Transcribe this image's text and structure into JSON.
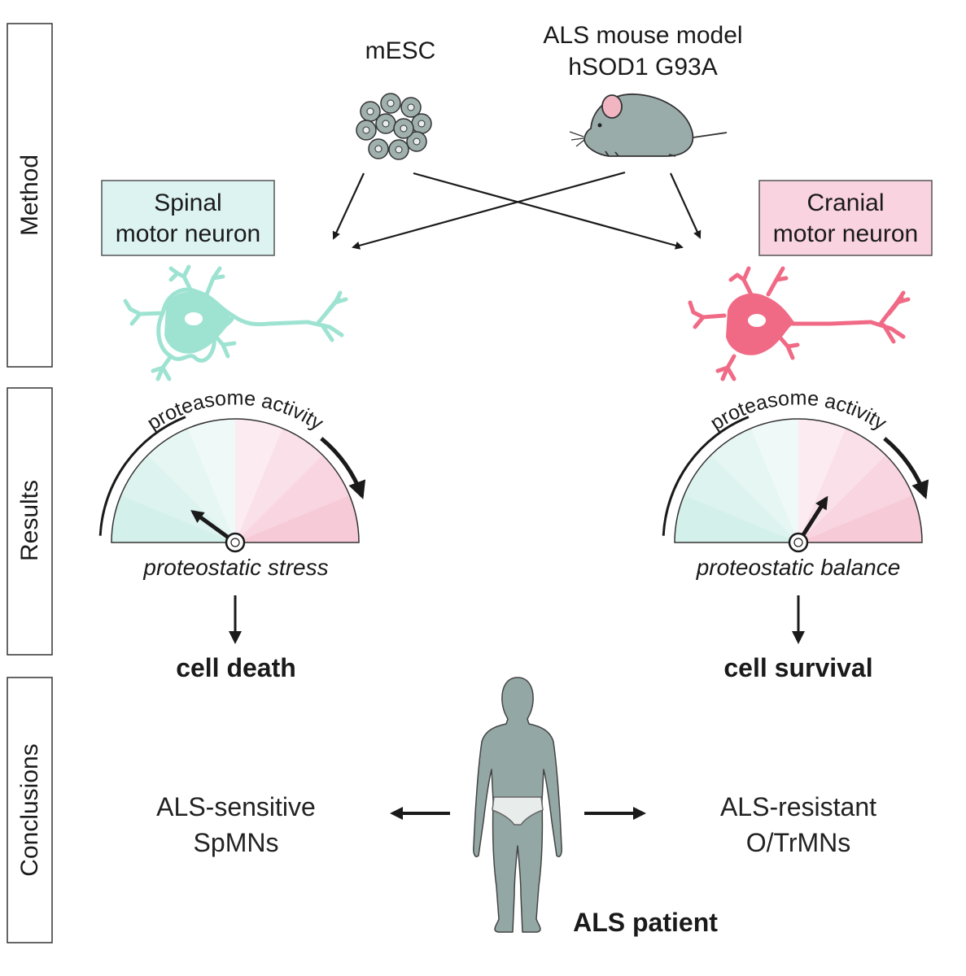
{
  "sections": {
    "method": "Method",
    "results": "Results",
    "conclusions": "Conclusions"
  },
  "sources": {
    "mesc": "mESC",
    "mouse_line1": "ALS mouse model",
    "mouse_line2": "hSOD1 G93A"
  },
  "spinal": {
    "box_line1": "Spinal",
    "box_line2": "motor neuron",
    "gauge_arc_label": "proteasome activity",
    "gauge_caption": "proteostatic stress",
    "gauge_level": 0.2,
    "outcome": "cell death",
    "conclusion_line1": "ALS-sensitive",
    "conclusion_line2": "SpMNs"
  },
  "cranial": {
    "box_line1": "Cranial",
    "box_line2": "motor neuron",
    "gauge_arc_label": "proteasome activity",
    "gauge_caption": "proteostatic balance",
    "gauge_level": 0.68,
    "outcome": "cell survival",
    "conclusion_line1": "ALS-resistant",
    "conclusion_line2": "O/TrMNs"
  },
  "patient": {
    "label": "ALS patient"
  },
  "colors": {
    "spinal_box": "#dcf3f1",
    "cranial_box": "#f9d3df",
    "spinal_neuron": "#9ee3d2",
    "cranial_neuron": "#f06a86",
    "gauge_low": "#d2efea",
    "gauge_high": "#f6c7d5",
    "figure_gray": "#93a7a4",
    "mouse_ear": "#f2b6c3"
  }
}
